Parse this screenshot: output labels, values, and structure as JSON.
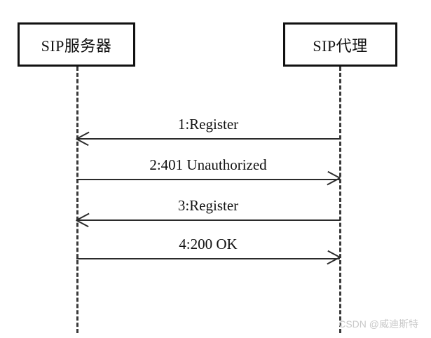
{
  "diagram": {
    "type": "uml-sequence-diagram",
    "background_color": "#ffffff",
    "line_color": "#2b2b2b",
    "participants": [
      {
        "id": "sip-server",
        "label": "SIP服务器",
        "side": "left"
      },
      {
        "id": "sip-proxy",
        "label": "SIP代理",
        "side": "right"
      }
    ],
    "messages": [
      {
        "seq": "1",
        "label": "1:Register",
        "direction": "right-to-left",
        "from": "sip-proxy",
        "to": "sip-server"
      },
      {
        "seq": "2",
        "label": "2:401 Unauthorized",
        "direction": "left-to-right",
        "from": "sip-server",
        "to": "sip-proxy"
      },
      {
        "seq": "3",
        "label": "3:Register",
        "direction": "right-to-left",
        "from": "sip-proxy",
        "to": "sip-server"
      },
      {
        "seq": "4",
        "label": "4:200 OK",
        "direction": "left-to-right",
        "from": "sip-server",
        "to": "sip-proxy"
      }
    ]
  },
  "watermark": {
    "text": "CSDN @威迪斯特"
  }
}
